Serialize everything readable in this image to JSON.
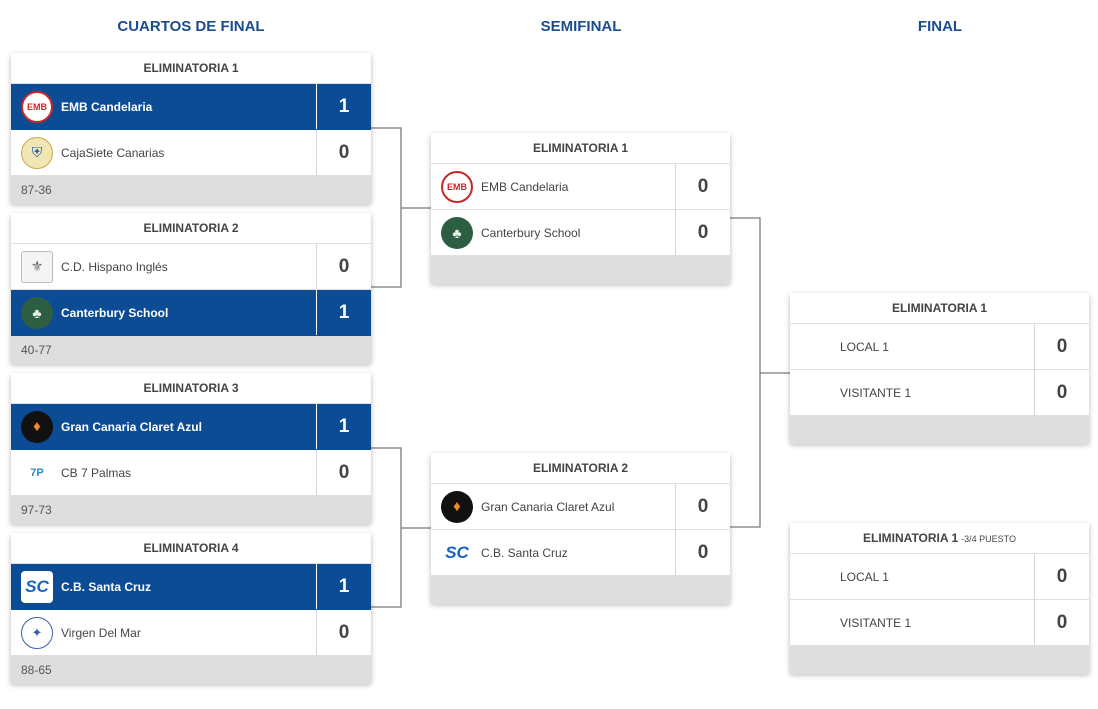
{
  "rounds": [
    {
      "title": "CUARTOS DE FINAL"
    },
    {
      "title": "SEMIFINAL"
    },
    {
      "title": "FINAL"
    }
  ],
  "quarterfinals": [
    {
      "title": "ELIMINATORIA 1",
      "result": "87-36",
      "teams": [
        {
          "name": "EMB Candelaria",
          "score": "1",
          "logo_icon": "emb-candelaria-logo"
        },
        {
          "name": "CajaSiete Canarias",
          "score": "0",
          "logo_icon": "cajasiete-canarias-logo"
        }
      ]
    },
    {
      "title": "ELIMINATORIA 2",
      "result": "40-77",
      "teams": [
        {
          "name": "C.D. Hispano Inglés",
          "score": "0",
          "logo_icon": "hispano-ingles-logo"
        },
        {
          "name": "Canterbury School",
          "score": "1",
          "logo_icon": "canterbury-school-logo"
        }
      ]
    },
    {
      "title": "ELIMINATORIA 3",
      "result": "97-73",
      "teams": [
        {
          "name": "Gran Canaria Claret Azul",
          "score": "1",
          "logo_icon": "claret-azul-logo"
        },
        {
          "name": "CB 7 Palmas",
          "score": "0",
          "logo_icon": "cb-7-palmas-logo"
        }
      ]
    },
    {
      "title": "ELIMINATORIA 4",
      "result": "88-65",
      "teams": [
        {
          "name": "C.B. Santa Cruz",
          "score": "1",
          "logo_icon": "santa-cruz-logo"
        },
        {
          "name": "Virgen Del Mar",
          "score": "0",
          "logo_icon": "virgen-del-mar-logo"
        }
      ]
    }
  ],
  "semifinals": [
    {
      "title": "ELIMINATORIA 1",
      "teams": [
        {
          "name": "EMB Candelaria",
          "score": "0"
        },
        {
          "name": "Canterbury School",
          "score": "0"
        }
      ]
    },
    {
      "title": "ELIMINATORIA 2",
      "teams": [
        {
          "name": "Gran Canaria Claret Azul",
          "score": "0"
        },
        {
          "name": "C.B. Santa Cruz",
          "score": "0"
        }
      ]
    }
  ],
  "final": {
    "title": "ELIMINATORIA 1",
    "teams": [
      {
        "name": "LOCAL 1",
        "score": "0"
      },
      {
        "name": "VISITANTE 1",
        "score": "0"
      }
    ]
  },
  "third_place": {
    "title": "ELIMINATORIA 1",
    "subtitle": "-3/4 PUESTO",
    "teams": [
      {
        "name": "LOCAL 1",
        "score": "0"
      },
      {
        "name": "VISITANTE 1",
        "score": "0"
      }
    ]
  },
  "colors": {
    "winner_row": "#0b4c95",
    "round_title": "#1a4d8c",
    "footer": "#dedede"
  }
}
